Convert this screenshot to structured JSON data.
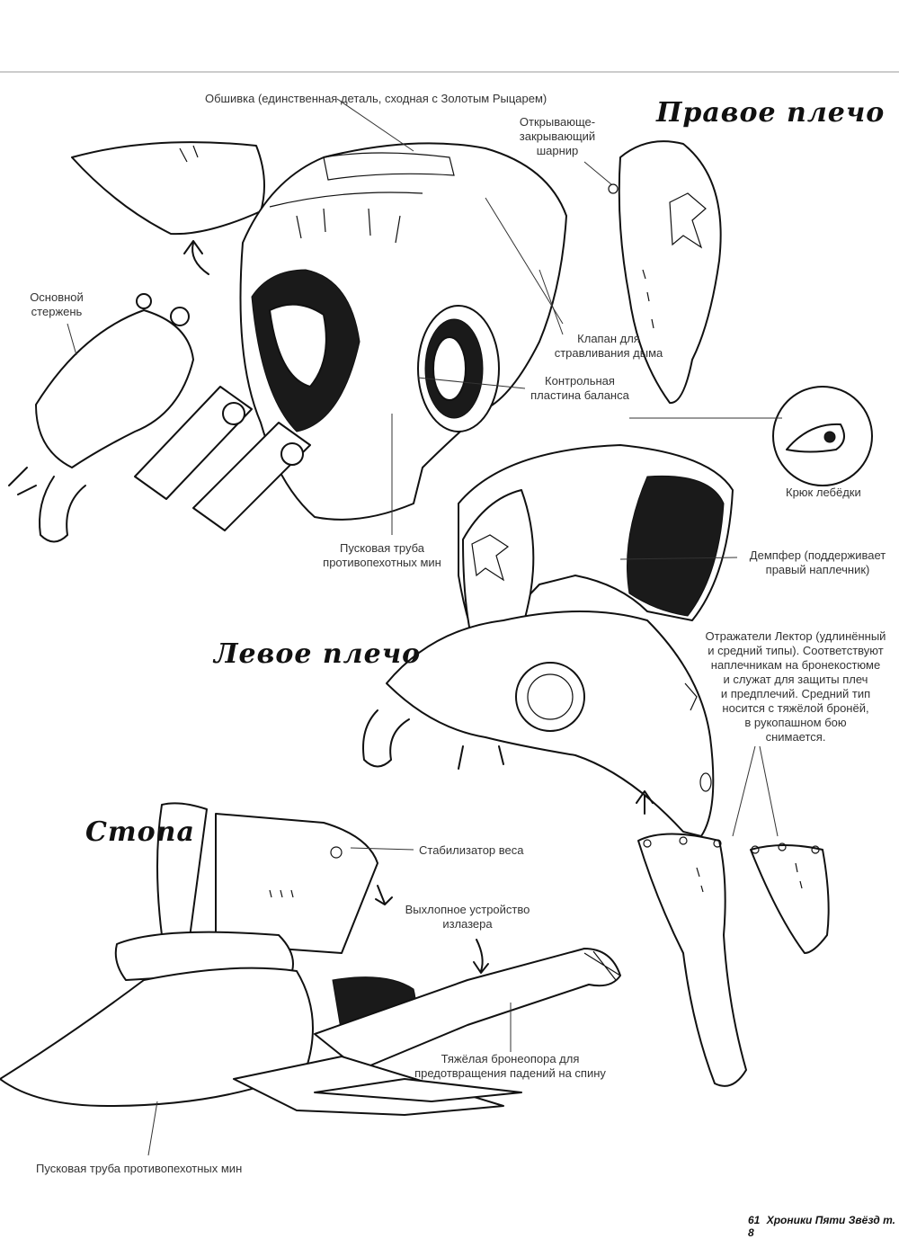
{
  "titles": {
    "right_shoulder": "Правое плечо",
    "left_shoulder": "Левое плечо",
    "foot": "Стопа"
  },
  "labels": {
    "skin": "Обшивка (единственная деталь, сходная с Золотым Рыцарем)",
    "hinge": "Открывающе-\nзакрывающий\nшарнир",
    "main_rod": "Основной\nстержень",
    "smoke_valve": "Клапан для\nстравливания дыма",
    "balance_plate": "Контрольная\nпластина баланса",
    "winch_hook": "Крюк лебёдки",
    "mine_tube_top": "Пусковая труба\nпротивопехотных мин",
    "damper": "Демпфер (поддерживает\nправый наплечник)",
    "reflectors": "Отражатели Лектор (удлинённый\nи средний типы). Соответствуют\nнаплечникам на бронекостюме\nи служат для защиты плеч\nи предплечий. Средний тип\nносится с тяжёлой бронёй,\nв рукопашном бою\nснимается.",
    "weight_stabilizer": "Стабилизатор веса",
    "exhaust": "Выхлопное устройство\nизлазера",
    "heavy_support": "Тяжёлая бронеопора для\nпредотвращения падений на спину",
    "mine_tube_bottom": "Пусковая труба противопехотных мин"
  },
  "footer": {
    "page": "61",
    "series": "Хроники Пяти Звёзд т. 8"
  }
}
